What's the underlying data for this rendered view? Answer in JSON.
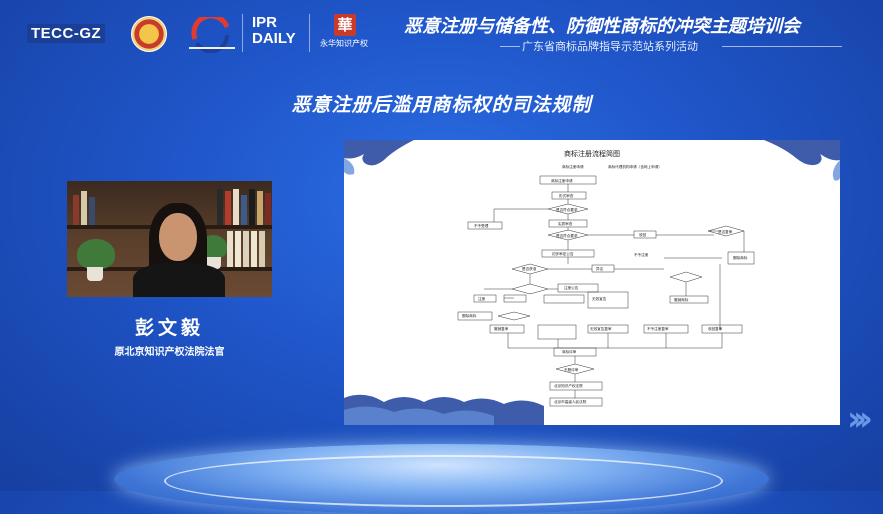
{
  "header": {
    "logo_tecc": "TECC-GZ",
    "logo_ipr": "IPR\nDAILY",
    "logo_yonghua_mark": "華",
    "logo_yonghua_text": "永华知识产权",
    "title": "恶意注册与储备性、防御性商标的冲突主题培训会",
    "subtitle": "广东省商标品牌指导示范站系列活动"
  },
  "topic": "恶意注册后滥用商标权的司法规制",
  "speaker": {
    "name": "彭文毅",
    "title": "原北京知识产权法院法官"
  },
  "slide": {
    "title": "商标注册流程简图",
    "nodes": [
      "商标注册申请",
      "商标代理机构申请（含网上申请）",
      "形式审查",
      "是否符合要求",
      "不予受理",
      "实质审查",
      "是否符合要求",
      "驳回",
      "是否复审",
      "删除商标",
      "初步审定公告",
      "异议",
      "不予注册",
      "是否获准",
      "注册公告",
      "无效宣告",
      "撤销商标",
      "注册",
      "删除商标",
      "撤销复审",
      "无效宣告复审",
      "不予注册复审",
      "驳回复审",
      "商标评审",
      "不服评审",
      "北京知识产权法院",
      "北京市高级人民法院"
    ]
  },
  "colors": {
    "background": "#1f55c8",
    "slide_bg": "#ffffff"
  }
}
